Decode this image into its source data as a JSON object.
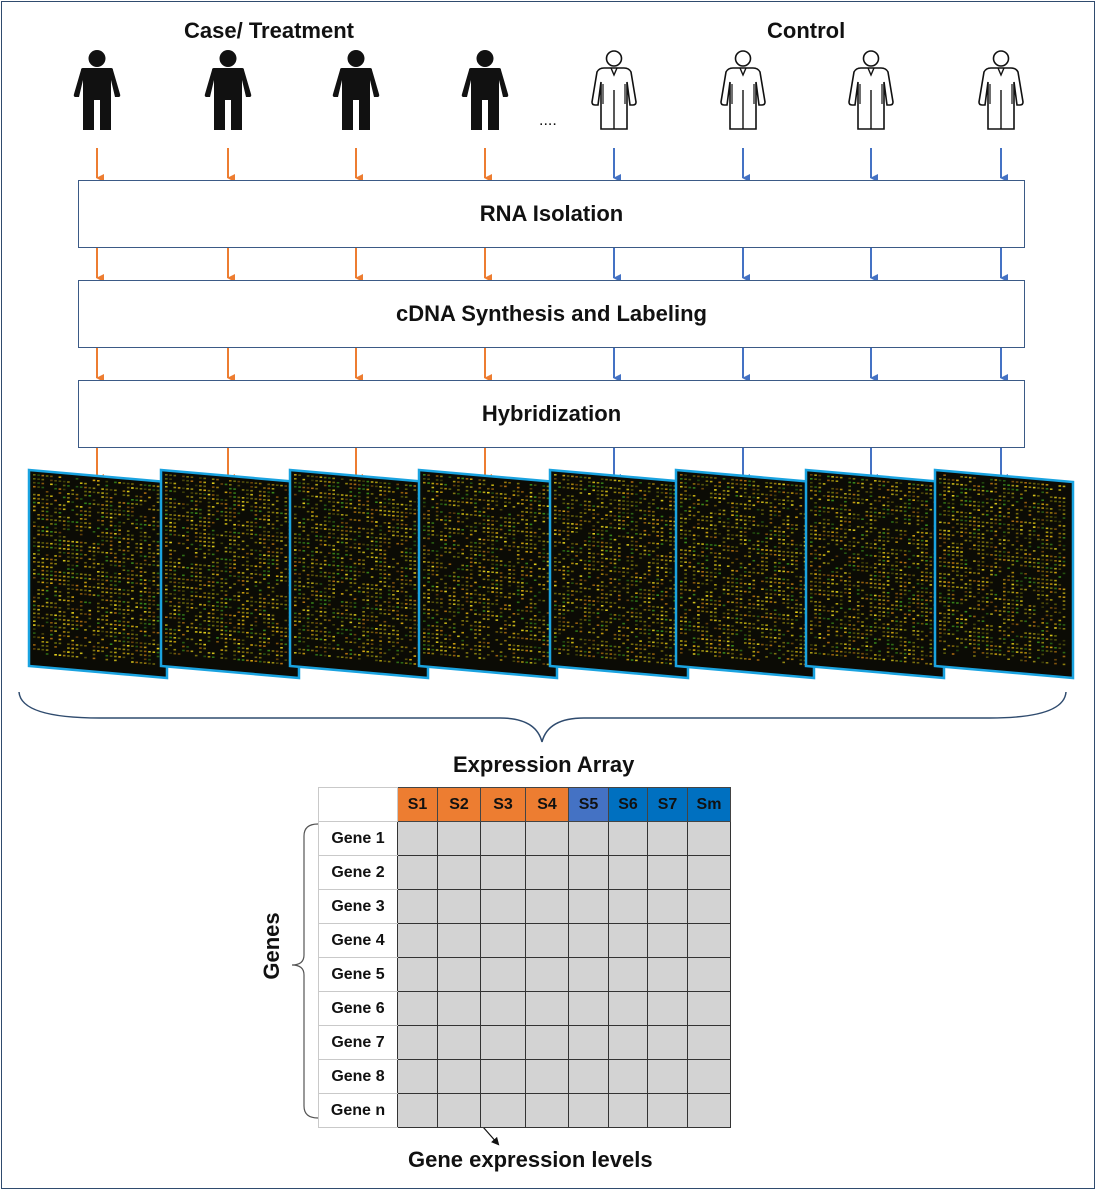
{
  "labels": {
    "case_treatment": "Case/ Treatment",
    "control": "Control",
    "ellipsis": "....",
    "expression_array": "Expression Array",
    "genes_axis": "Genes",
    "gene_expression_levels": "Gene expression levels"
  },
  "stages": [
    {
      "label": "RNA Isolation"
    },
    {
      "label": "cDNA Synthesis and Labeling"
    },
    {
      "label": "Hybridization"
    }
  ],
  "samples": [
    {
      "group": "case",
      "label": "S1"
    },
    {
      "group": "case",
      "label": "S2"
    },
    {
      "group": "case",
      "label": "S3"
    },
    {
      "group": "case",
      "label": "S4"
    },
    {
      "group": "control",
      "label": "S5"
    },
    {
      "group": "control",
      "label": "S6"
    },
    {
      "group": "control",
      "label": "S7"
    },
    {
      "group": "control",
      "label": "Sm"
    }
  ],
  "genes": [
    "Gene 1",
    "Gene 2",
    "Gene 3",
    "Gene 4",
    "Gene 5",
    "Gene 6",
    "Gene 7",
    "Gene 8",
    "Gene n"
  ],
  "colors": {
    "case": "#ed7d31",
    "control": "#4472c4",
    "s5_header": "#4472c4",
    "control_header": "#0070c0",
    "cell_fill": "#d3d3d3",
    "array_border": "#1aa3e0",
    "box_border": "#3b5a86",
    "brace": "#2f4b6e"
  },
  "icons": {
    "case_person": "solid-person-icon",
    "control_person": "outline-person-icon",
    "microarray": "microarray-chip-icon"
  }
}
